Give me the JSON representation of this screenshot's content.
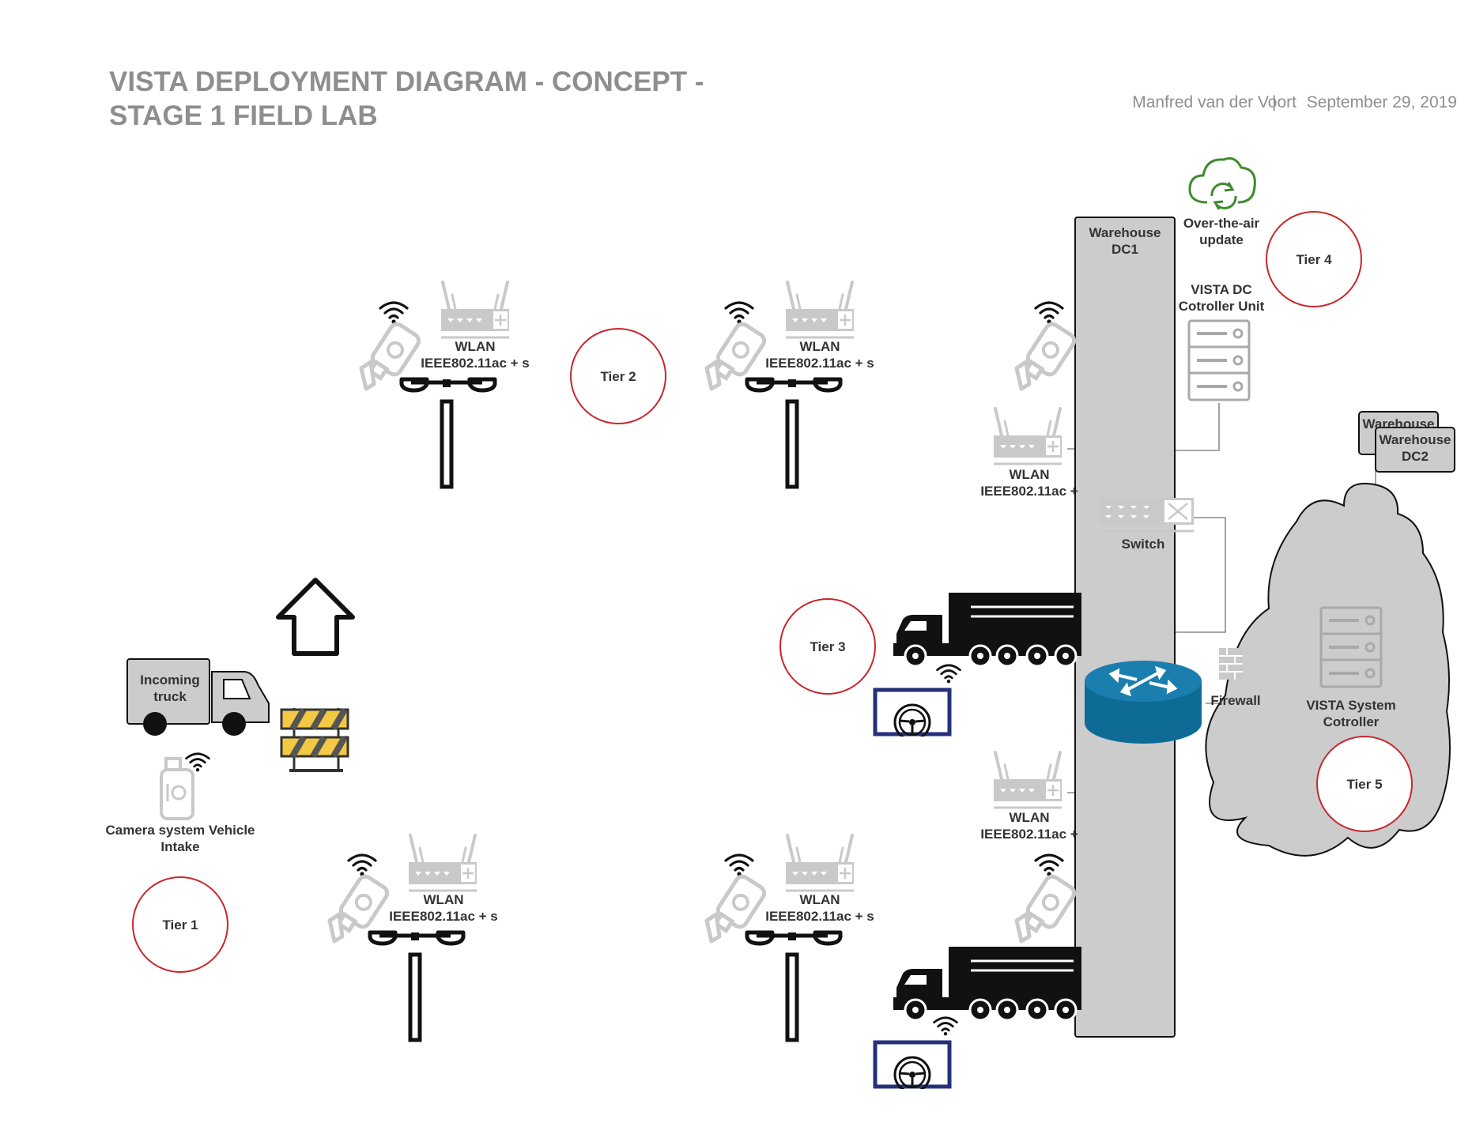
{
  "header": {
    "title_line1": "VISTA DEPLOYMENT DIAGRAM - CONCEPT -",
    "title_line2": "STAGE 1 FIELD LAB",
    "author": "Manfred van der Voort",
    "separator": "|",
    "date": "September 29, 2019"
  },
  "tiers": {
    "t1": "Tier 1",
    "t2": "Tier 2",
    "t3": "Tier 3",
    "t4": "Tier 4",
    "t5": "Tier 5"
  },
  "nodes": {
    "wlan_title": "WLAN",
    "wlan_spec_full": "IEEE802.11ac + s",
    "wlan_spec_short": "IEEE802.11ac +",
    "incoming_truck": "Incoming truck",
    "camera_intake": "Camera system Vehicle Intake",
    "warehouse_dc1": "Warehouse DC1",
    "ota_update": "Over-the-air update",
    "vista_dc_controller": "VISTA DC Cotroller Unit",
    "switch": "Switch",
    "firewall": "Firewall",
    "warehouse_back": "Warehouse",
    "warehouse_dc2": "Warehouse DC2",
    "vista_system_controller": "VISTA System Cotroller"
  },
  "colors": {
    "tier_ring": "#c8262c",
    "title_gray": "#8e8e8e",
    "device_gray": "#c9c9c9",
    "warehouse_fill": "#cccccc",
    "router_blue": "#0e6b96",
    "tablet_border": "#24317a",
    "ota_green": "#3f8b2e",
    "barrier_yellow": "#f2c844"
  },
  "icons": [
    "camera-icon",
    "wifi-icon",
    "wlan-router-icon",
    "street-lamp-icon",
    "house-icon",
    "barrier-icon",
    "truck-icon",
    "server-icon",
    "cloud-icon",
    "refresh-cloud-icon",
    "switch-icon",
    "router-icon",
    "firewall-icon",
    "steering-wheel-icon"
  ]
}
